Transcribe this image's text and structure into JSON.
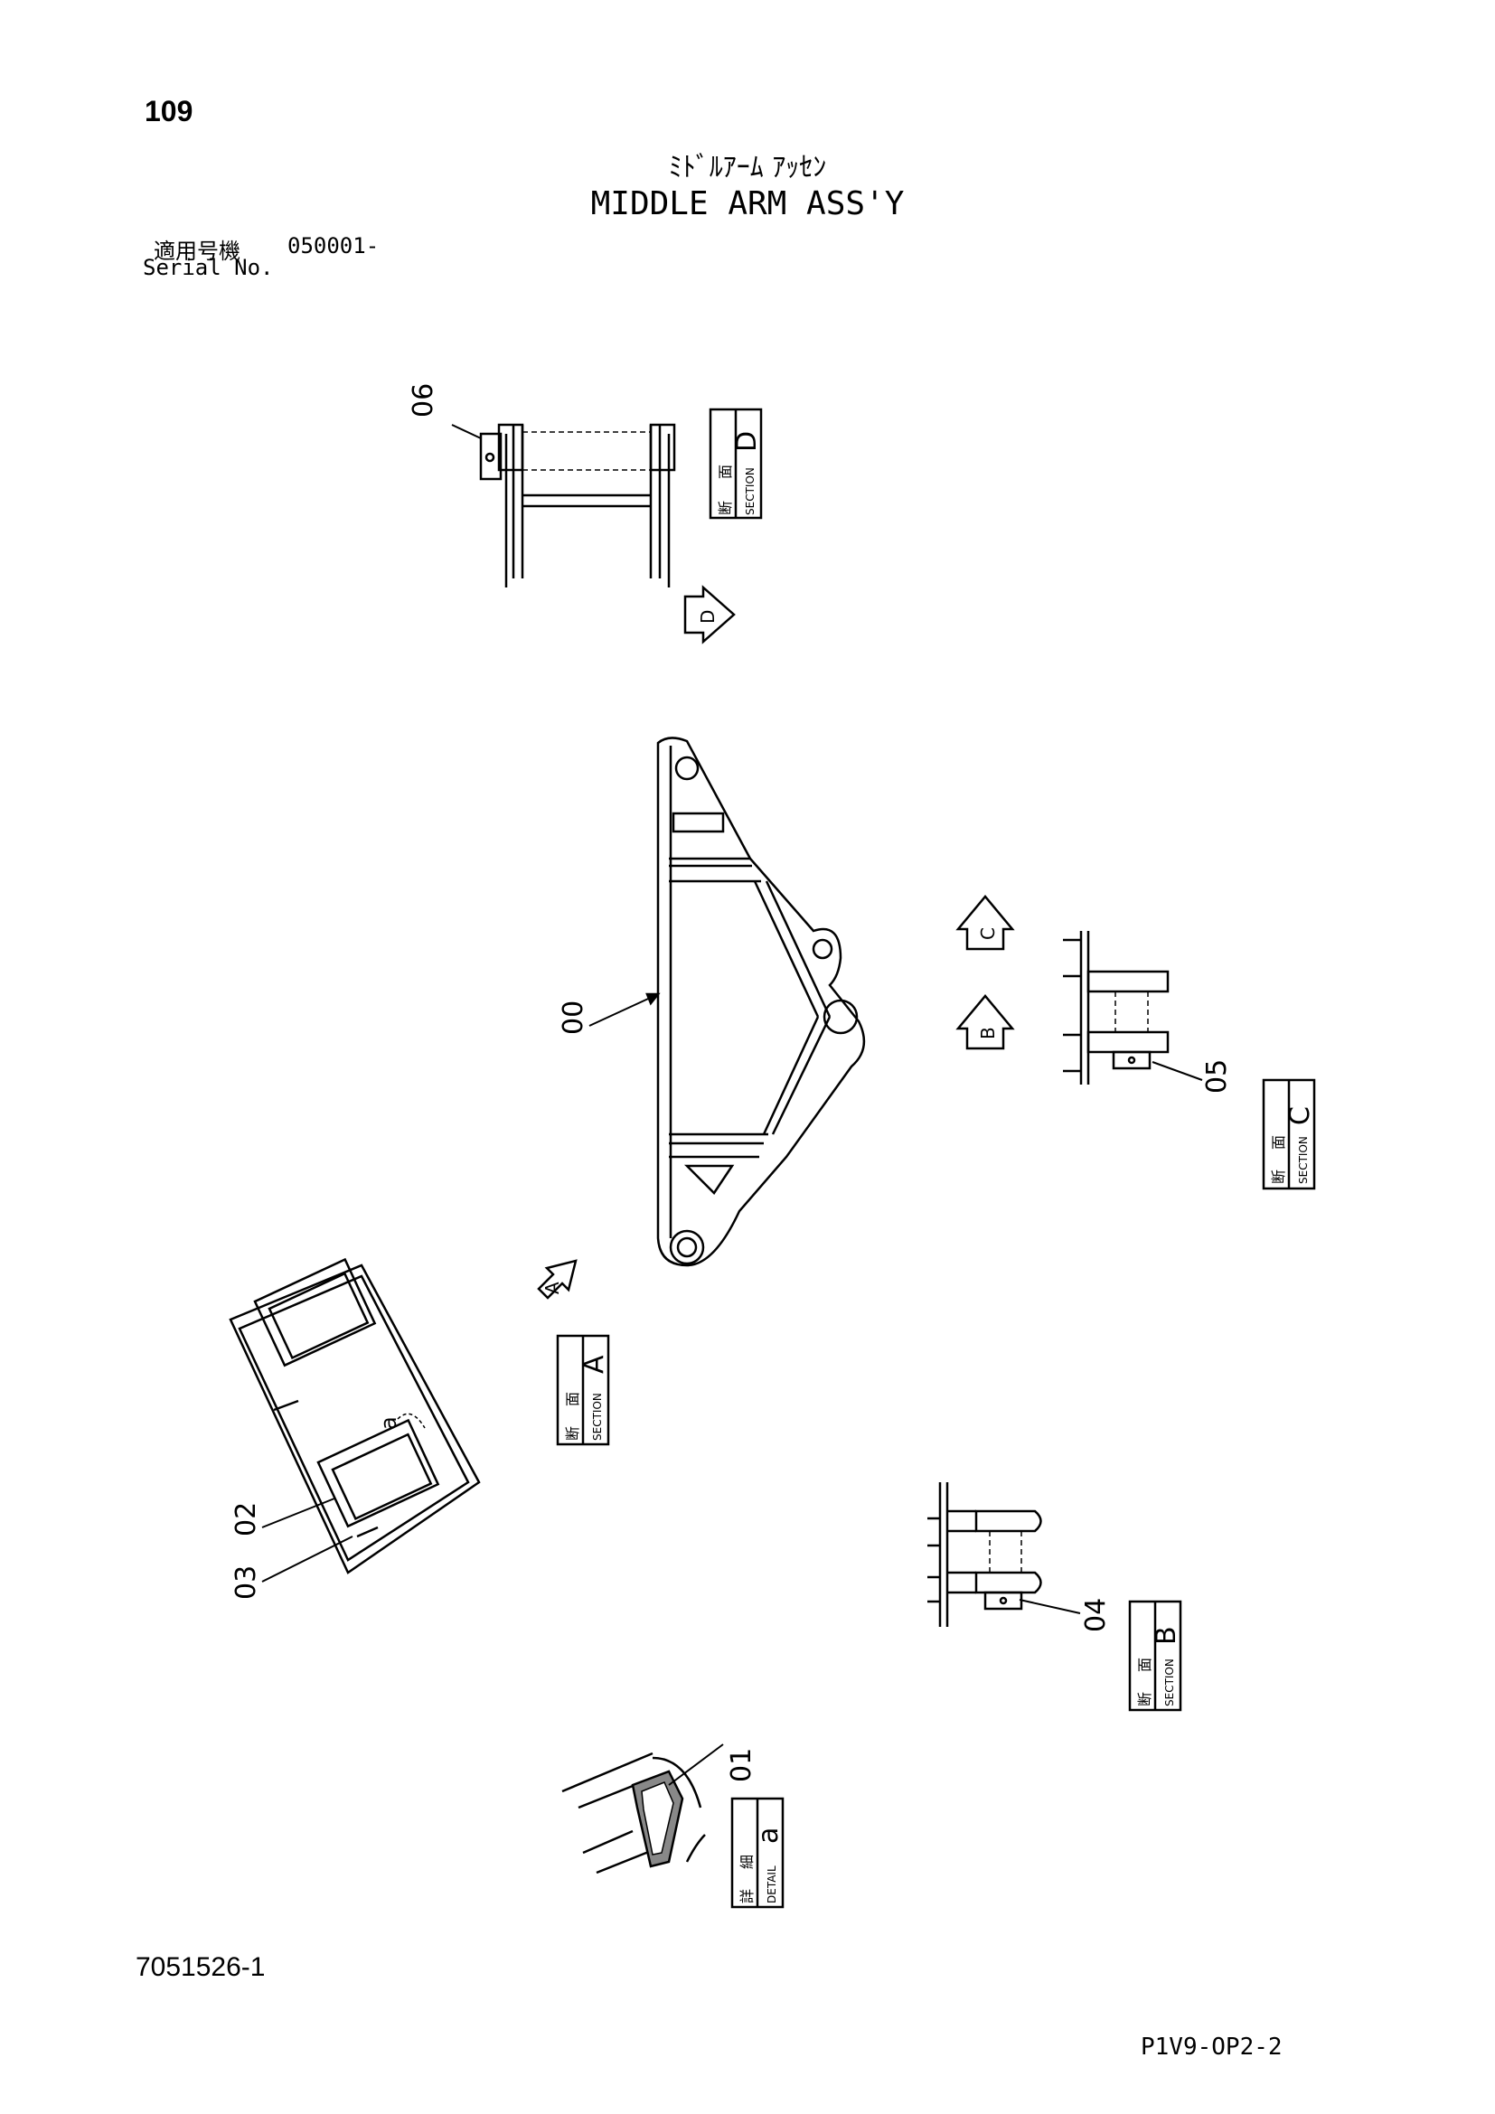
{
  "header": {
    "page_number": "109",
    "title_jp": "ﾐﾄﾞﾙｱｰﾑ ｱｯｾﾝ",
    "title_en": "MIDDLE ARM ASS'Y",
    "serial_label_jp": "適用号機",
    "serial_value": "050001-",
    "serial_label_en": "Serial No."
  },
  "footer": {
    "drawing_number": "7051526-1",
    "page_code": "P1V9-OP2-2"
  },
  "sections": {
    "section_kanji_1": "断",
    "section_kanji_2": "面",
    "section_word": "SECTION",
    "detail_kanji_1": "詳",
    "detail_kanji_2": "細",
    "detail_word": "DETAIL",
    "letter_a": "A",
    "letter_b": "B",
    "letter_c": "C",
    "letter_d": "D",
    "letter_detail_a": "a"
  },
  "parts": {
    "p00": "00",
    "p01": "01",
    "p02": "02",
    "p03": "03",
    "p04": "04",
    "p05": "05",
    "p06": "06"
  }
}
